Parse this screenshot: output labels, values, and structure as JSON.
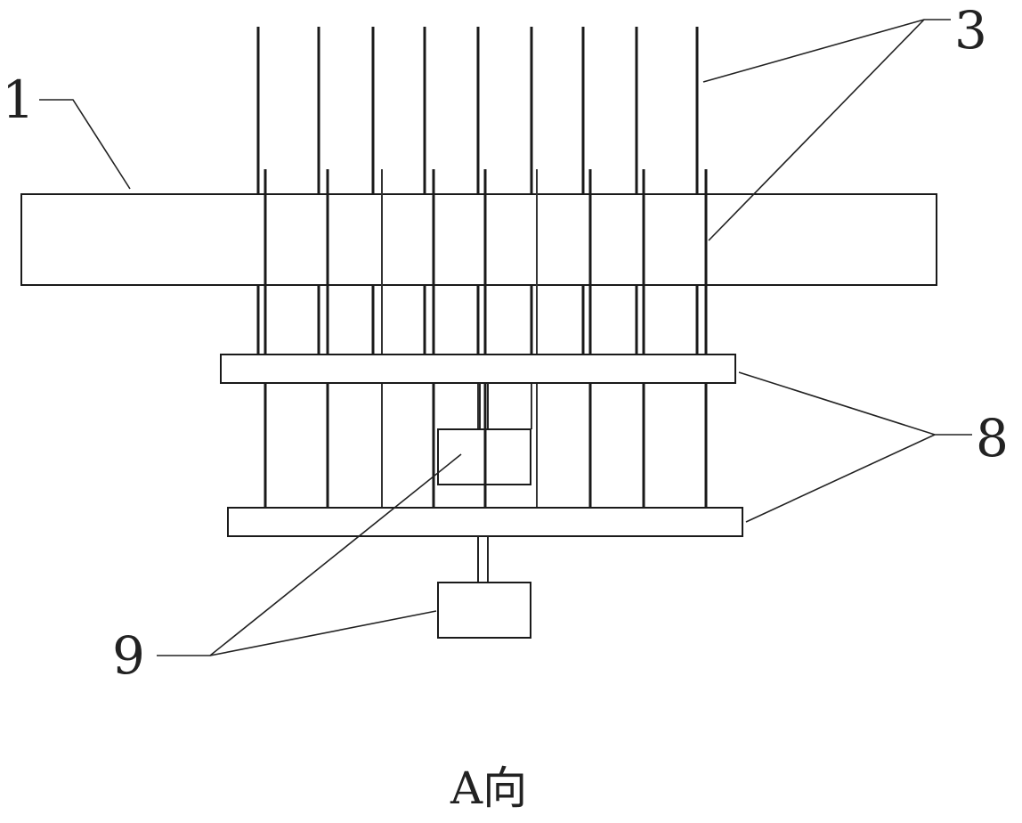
{
  "diagram": {
    "callouts": {
      "c1": "1",
      "c3": "3",
      "c8": "8",
      "c9": "9"
    },
    "caption": "A向",
    "colors": {
      "line": "#1a1a1a",
      "background": "#ffffff"
    }
  }
}
